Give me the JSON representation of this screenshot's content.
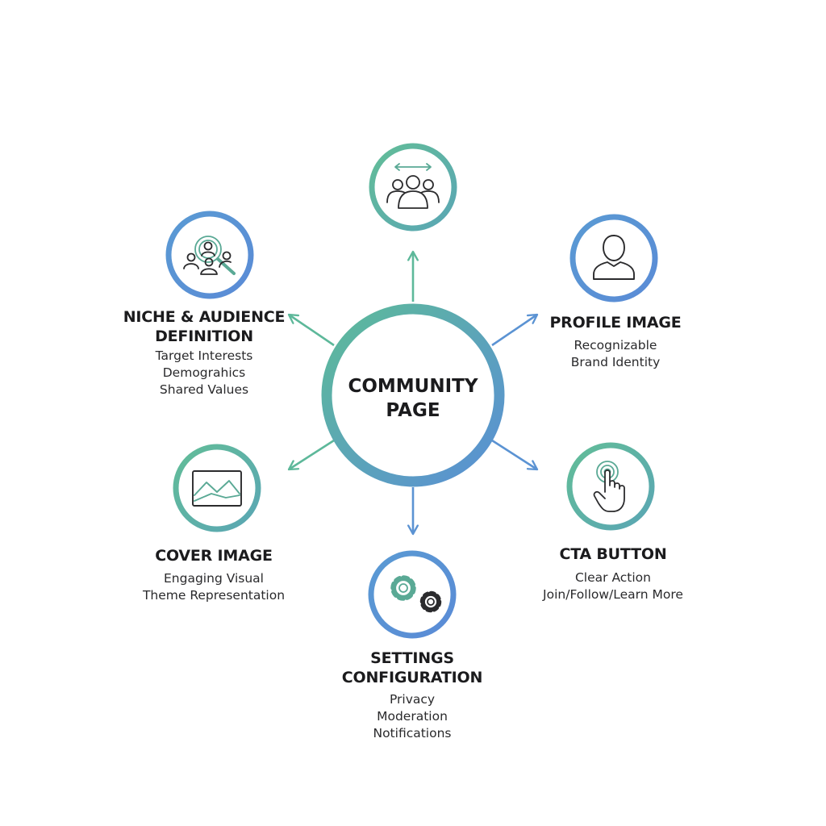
{
  "colors": {
    "green": "#5db89a",
    "blue": "#5b93d3",
    "icon_stroke": "#2b2b2d",
    "icon_green": "#5aa995",
    "icon_blue": "#5b93d3"
  },
  "center": {
    "title_lines": [
      "COMMUNITY",
      "PAGE"
    ]
  },
  "nodes": {
    "top": {
      "icon": "group-users-icon",
      "ring": "green"
    },
    "niche": {
      "icon": "audience-search-icon",
      "ring": "blue",
      "title_lines": [
        "NICHE & AUDIENCE",
        "DEFINITION"
      ],
      "detail_lines": [
        "Target Interests",
        "Demograhics",
        "Shared Values"
      ]
    },
    "profile": {
      "icon": "user-profile-icon",
      "ring": "blue",
      "title_lines": [
        "PROFILE IMAGE"
      ],
      "detail_lines": [
        "Recognizable",
        "Brand Identity"
      ]
    },
    "cover": {
      "icon": "landscape-image-icon",
      "ring": "green",
      "title_lines": [
        "COVER IMAGE"
      ],
      "detail_lines": [
        "Engaging Visual",
        "Theme Representation"
      ]
    },
    "cta": {
      "icon": "tap-hand-icon",
      "ring": "green",
      "title_lines": [
        "CTA BUTTON"
      ],
      "detail_lines": [
        "Clear Action",
        "Join/Follow/Learn More"
      ]
    },
    "settings": {
      "icon": "gears-icon",
      "ring": "blue",
      "title_lines": [
        "SETTINGS",
        "CONFIGURATION"
      ],
      "detail_lines": [
        "Privacy",
        "Moderation",
        "Notifications"
      ]
    }
  }
}
